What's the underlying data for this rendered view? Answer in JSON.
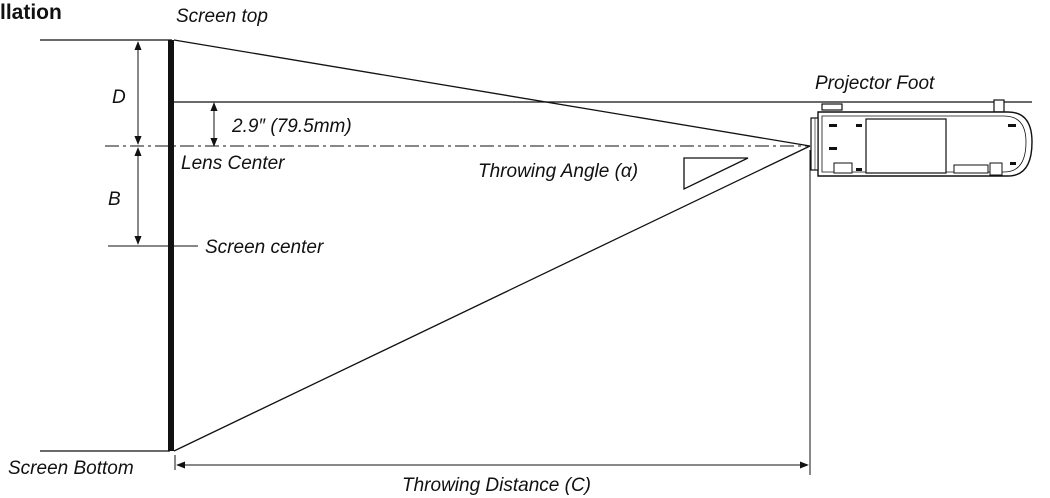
{
  "title": "llation",
  "labels": {
    "screen_top": "Screen top",
    "projector_foot": "Projector Foot",
    "d": "D",
    "offset": "2.9″ (79.5mm)",
    "lens_center": "Lens Center",
    "throwing_angle": "Throwing Angle (α)",
    "b": "B",
    "screen_center": "Screen center",
    "screen_bottom": "Screen Bottom",
    "throwing_distance": "Throwing Distance (C)"
  }
}
